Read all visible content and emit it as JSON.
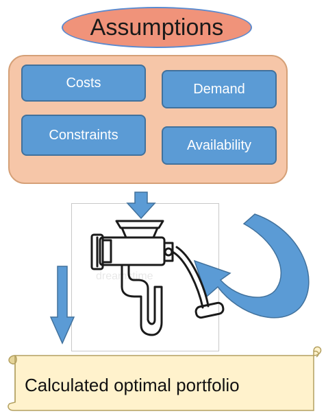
{
  "title": "Assumptions",
  "inputs": {
    "costs": "Costs",
    "demand": "Demand",
    "constraints": "Constraints",
    "availability": "Availability"
  },
  "image": {
    "icon": "meat-grinder-icon",
    "watermark": "dreamstime"
  },
  "output": "Calculated optimal portfolio",
  "colors": {
    "title_fill": "#f0937a",
    "panel_fill": "#f6c6a8",
    "box_fill": "#5b9bd5",
    "arrow": "#5b9bd5",
    "scroll_fill": "#fff2cc"
  }
}
